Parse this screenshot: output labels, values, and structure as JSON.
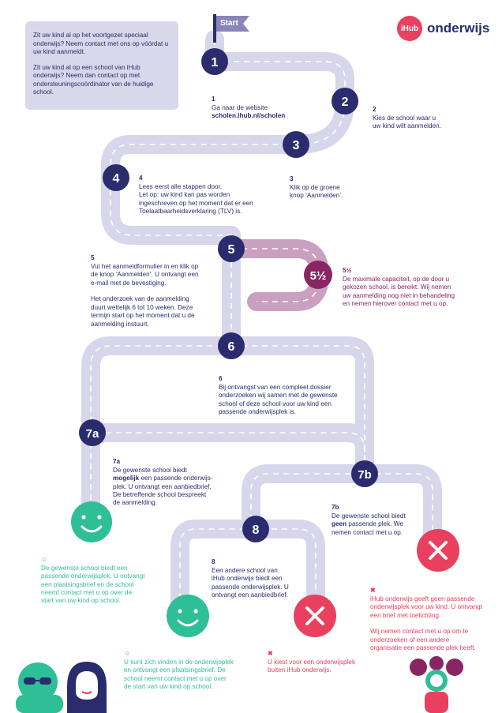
{
  "start_label": "Start",
  "logo": {
    "mark": "iHub",
    "word": "onderwijs"
  },
  "info_box": {
    "p1": "Zit uw kind al op het voortgezet speciaal onderwijs? Neem contact met ons op vóórdat u uw kind aanmeldt.",
    "p2": "Zit uw kind al op een school van iHub onderwijs? Neem dan contact op met ondersteuningscoördinator van de huidige school."
  },
  "markers": {
    "m1": "1",
    "m2": "2",
    "m3": "3",
    "m4": "4",
    "m5": "5",
    "m55": "5½",
    "m6": "6",
    "m7a": "7a",
    "m7b": "7b",
    "m8": "8"
  },
  "steps": {
    "s1": {
      "num": "1",
      "line1": "Ga naar de website",
      "link": "scholen.ihub.nl/scholen"
    },
    "s2": {
      "num": "2",
      "text": "Kies de school waar u\nuw kind wilt aanmelden."
    },
    "s3": {
      "num": "3",
      "text": "Klik op de groene\nknop ‘Aanmelden’."
    },
    "s4": {
      "num": "4",
      "text": "Lees eerst alle stappen door.\nLet op: uw kind kan pas worden\ningeschreven op het moment dat er een\nToelaatbaarheidsverklaring (TLV) is."
    },
    "s5": {
      "num": "5",
      "p1": "Vul het aanmeldformulier in en klik op\nde knop ‘Aanmelden’. U ontvangt een\ne-mail met de bevestiging.",
      "p2": "Het onderzoek van de aanmelding\nduurt wettelijk 6 tot 10 weken. Deze\ntermijn start op het moment dat u de\naanmelding instuurt."
    },
    "s55": {
      "num": "5½",
      "text": "De maximale capaciteit, op de door u\ngekozen school, is bereikt. Wij nemen\nuw aanmelding nog niet in behandeling\nen nemen hierover contact met u op."
    },
    "s6": {
      "num": "6",
      "text": "Bij ontvangst van een compleet dossier\nonderzoeken wij samen met de gewenste\nschool of deze school voor uw kind een\npassende onderwijsplek is."
    },
    "s7a": {
      "num": "7a",
      "pre": "De gewenste school biedt",
      "bold": "mogelijk",
      "post": " een passende onderwijs-\nplek. U ontvangt een aanbiedbrief.\nDe betreffende school  bespreekt\nde aanmelding."
    },
    "s7b": {
      "num": "7b",
      "pre": "De gewenste school biedt",
      "bold": "geen",
      "post": " passende plek. We\nnemen contact met u op."
    },
    "s8": {
      "num": "8",
      "text": "Een andere school van\niHub onderwijs biedt een\npassende onderwijsplek. U\nontvangt een aanbiedbrief."
    }
  },
  "outcomes": {
    "happy1": {
      "icon": "☺",
      "text": "De gewenste school biedt een\npassende onderwijsplek. U ontvangt\neen plaatsingsbrief en de school\nneemt contact met u op over de\nstart van uw kind op school."
    },
    "happy2": {
      "icon": "☺",
      "text": "U kunt zich vinden in de onderwijsplek\nen ontvangt een plaatsingsbrief. De\nschool neemt contact met u op over\nde start van uw kind op school."
    },
    "cross1": {
      "icon": "✖",
      "text": "U kiest voor een onderwijsplek\nbuiten iHub onderwijs."
    },
    "cross2": {
      "icon": "✖",
      "p1": "iHub onderwijs geeft geen passende\nonderwijsplek voor uw kind. U ontvangt\neen brief met toelichting.",
      "p2": "Wij nemen contact met u op om te\nonderzoeken of een andere\norganisatie een passende plek heeft."
    }
  },
  "colors": {
    "road": "#d8d6ea",
    "road_plum": "#c9a0c0",
    "marker": "#2a2c6e",
    "marker_plum": "#8a2563",
    "green": "#2fbf96",
    "pink": "#e8405e",
    "navy": "#2a2c6e"
  }
}
